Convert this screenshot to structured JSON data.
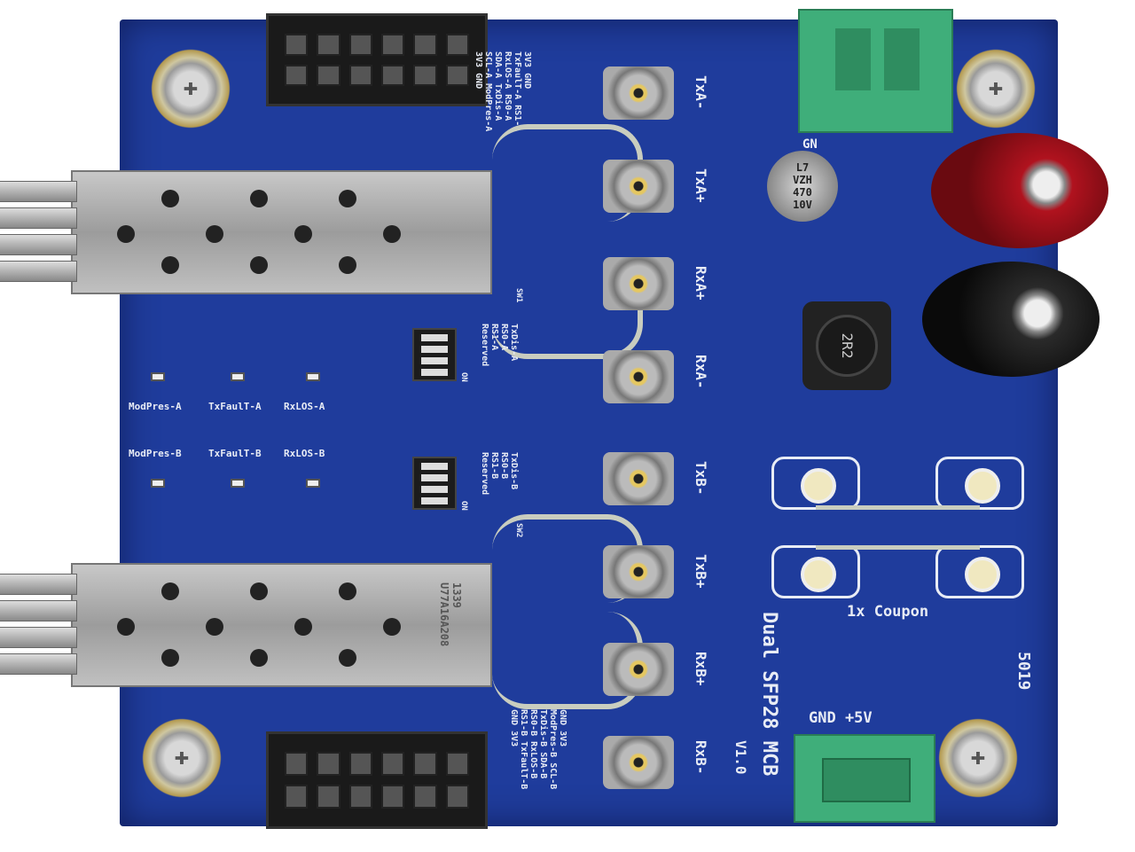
{
  "board": {
    "title": "Dual SFP28 MCB",
    "version": "V1.0",
    "code": "5019",
    "coupon_label": "1x Coupon",
    "power_label": "GND +5V",
    "gnd_partial": "GN"
  },
  "sma_labels": [
    "TxA-",
    "TxA+",
    "RxA+",
    "RxA-",
    "TxB-",
    "TxB+",
    "RxB+",
    "RxB-"
  ],
  "leds": {
    "a": [
      "ModPres-A",
      "TxFaulT-A",
      "RxLOS-A"
    ],
    "b": [
      "ModPres-B",
      "TxFaulT-B",
      "RxLOS-B"
    ]
  },
  "switch_a": {
    "labels": [
      "TxDis-A",
      "RS0-A",
      "RS1-A",
      "Reserved"
    ],
    "ref": "SW1",
    "on": "ON"
  },
  "switch_b": {
    "labels": [
      "TxDis-B",
      "RS0-B",
      "RS1-B",
      "Reserved"
    ],
    "ref": "SW2",
    "on": "ON"
  },
  "header_a_pins": [
    "3V3",
    "TxFaulT-A",
    "RxLOS-A",
    "SDA-A",
    "SCL-A",
    "3V3",
    "GND",
    "RS1-A",
    "RS0-A",
    "TxDis-A",
    "ModPres-A",
    "GND"
  ],
  "header_b_pins": [
    "GND",
    "ModPres-B",
    "TxDis-B",
    "RS0-B",
    "RS1-B",
    "GND",
    "3V3",
    "SCL-B",
    "SDA-B",
    "RxLOS-B",
    "TxFaulT-B",
    "3V3"
  ],
  "capacitor_marking": [
    "L7",
    "VZH",
    "470",
    "10V"
  ],
  "inductor_marking": "2R2",
  "cage_b_marking": [
    "1339",
    "U77A16A208"
  ],
  "colors": {
    "board": "#1f3c9c",
    "silkscreen": "#e8ecf5",
    "terminal": "#3fae7a",
    "banana_red": "#b0121e",
    "banana_black": "#1a1a1a"
  }
}
